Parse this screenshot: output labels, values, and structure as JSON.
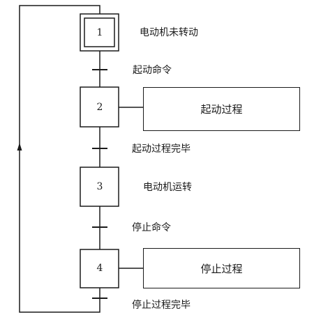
{
  "diagram": {
    "steps": [
      {
        "number": "1",
        "description": "电动机未转动",
        "initial": true
      },
      {
        "number": "2",
        "action": "起动过程"
      },
      {
        "number": "3",
        "description": "电动机运转"
      },
      {
        "number": "4",
        "action": "停止过程"
      }
    ],
    "transitions": [
      {
        "condition": "起动命令"
      },
      {
        "condition": "起动过程完毕"
      },
      {
        "condition": "停止命令"
      },
      {
        "condition": "停止过程完毕"
      }
    ],
    "line_color": "#1a1a1a"
  }
}
